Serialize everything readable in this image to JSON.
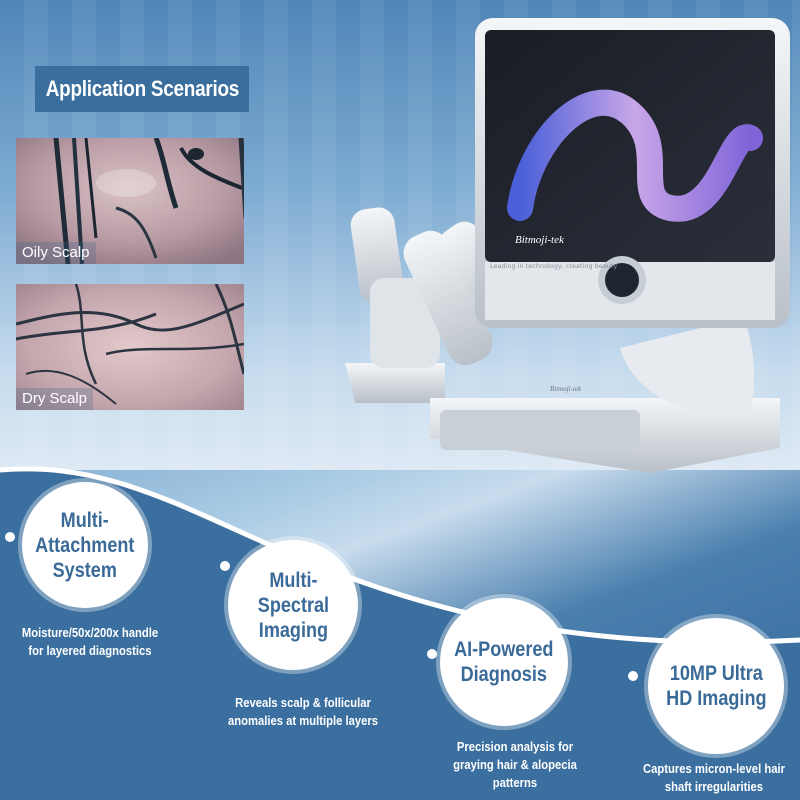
{
  "header": {
    "title": "Application Scenarios"
  },
  "scenarios": [
    {
      "label": "Oily Scalp",
      "icon": "scalp-oily-photo"
    },
    {
      "label": "Dry Scalp",
      "icon": "scalp-dry-photo"
    }
  ],
  "device": {
    "brand": "Bitmoji-tek",
    "tagline": "Leading in technology, creating beauty",
    "base_brand": "Bitmoji-tek"
  },
  "features": [
    {
      "title": "Multi-\nAttachment\nSystem",
      "desc": "Moisture/50x/200x handle\nfor layered diagnostics"
    },
    {
      "title": "Multi-\nSpectral\nImaging",
      "desc": "Reveals scalp & follicular\nanomalies at multiple layers"
    },
    {
      "title": "AI-Powered\nDiagnosis",
      "desc": "Precision analysis for\ngraying hair & alopecia patterns"
    },
    {
      "title": "10MP Ultra\nHD Imaging",
      "desc": "Captures micron-level hair\nshaft irregularities"
    }
  ],
  "colors": {
    "accent": "#3a6a98",
    "title_box": "#3a6e9d"
  }
}
